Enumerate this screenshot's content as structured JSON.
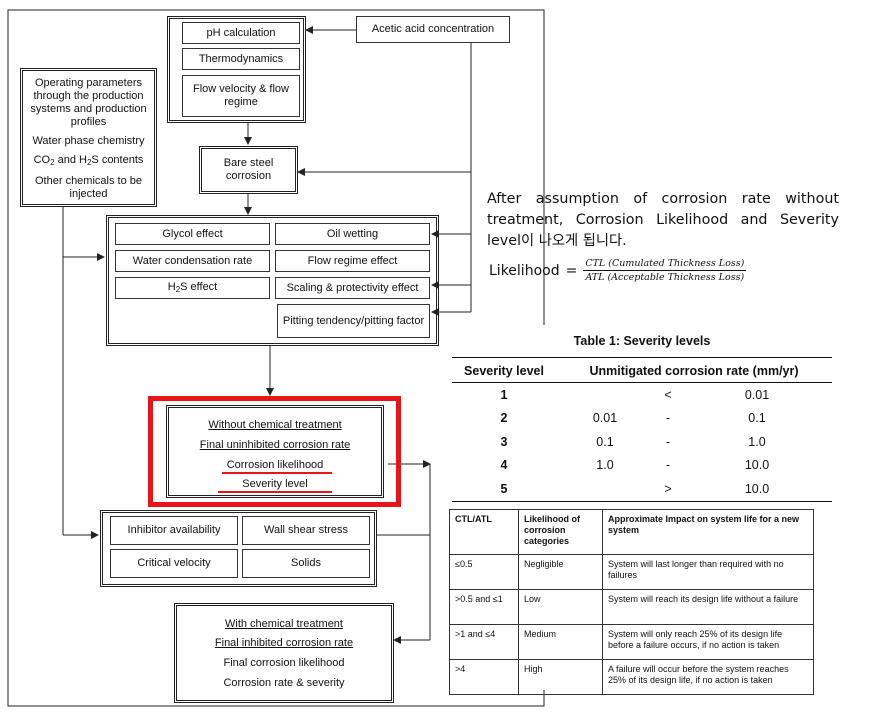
{
  "flowchart": {
    "acetic": "Acetic acid concentration",
    "top_group": [
      "pH calculation",
      "Thermodynamics",
      "Flow velocity & flow regime"
    ],
    "operating": {
      "title": "Operating parameters through the production systems and production profiles",
      "water_chem": "Water phase chemistry",
      "co2": "CO",
      "and": " and H",
      "contents": "S contents",
      "sub2": "2",
      "other": "Other chemicals to be injected"
    },
    "bare_steel": "Bare steel corrosion",
    "effects": {
      "glycol": "Glycol effect",
      "oil": "Oil wetting",
      "water_cond": "Water condensation rate",
      "flow_regime": "Flow regime effect",
      "h2s_h": "H",
      "h2s_rest": "S effect",
      "scaling": "Scaling & protectivity effect",
      "pitting": "Pitting tendency/pitting factor"
    },
    "without": {
      "title": "Without chemical treatment",
      "final_rate": "Final uninhibited corrosion rate",
      "likelihood": "Corrosion likelihood",
      "severity": "Severity level"
    },
    "factors": [
      "Inhibitor availability",
      "Wall shear stress",
      "Critical velocity",
      "Solids"
    ],
    "with": {
      "title": "With chemical treatment",
      "final_rate": "Final inhibited corrosion rate",
      "likelihood": "Final corrosion likelihood",
      "severity": "Corrosion rate & severity"
    }
  },
  "note": {
    "korean": "After assumption of corrosion rate without treatment, Corrosion Likelihood and Severity level이 나오게 됩니다.",
    "likelihood_label": "Likelihood",
    "equals": "=",
    "numerator": "CTL (Cumulated Thickness Loss)",
    "denominator": "ATL (Acceptable Thickness Loss)"
  },
  "severity_table": {
    "title": "Table 1:  Severity levels",
    "col1": "Severity level",
    "col2": "Unmitigated corrosion rate (mm/yr)",
    "rows": [
      {
        "level": "1",
        "low": "",
        "op": "<",
        "high": "0.01"
      },
      {
        "level": "2",
        "low": "0.01",
        "op": "-",
        "high": "0.1"
      },
      {
        "level": "3",
        "low": "0.1",
        "op": "-",
        "high": "1.0"
      },
      {
        "level": "4",
        "low": "1.0",
        "op": "-",
        "high": "10.0"
      },
      {
        "level": "5",
        "low": "",
        "op": ">",
        "high": "10.0"
      }
    ]
  },
  "likelihood_table": {
    "headers": [
      "CTL/ATL",
      "Likelihood of corrosion categories",
      "Approximate Impact on system life for a new system"
    ],
    "rows": [
      {
        "ratio": "≤0.5",
        "category": "Negligible",
        "impact": "System will last longer than required with no failures"
      },
      {
        "ratio": ">0.5 and ≤1",
        "category": "Low",
        "impact": "System will reach its design life without a failure"
      },
      {
        "ratio": ">1 and ≤4",
        "category": "Medium",
        "impact": "System will only reach 25% of its design life before a failure occurs, if no action is taken"
      },
      {
        "ratio": ">4",
        "category": "High",
        "impact": "A failure will occur before the system reaches 25% of its design life, if no action is taken"
      }
    ]
  },
  "colors": {
    "highlight_red": "#e8141a",
    "line": "#222222"
  }
}
